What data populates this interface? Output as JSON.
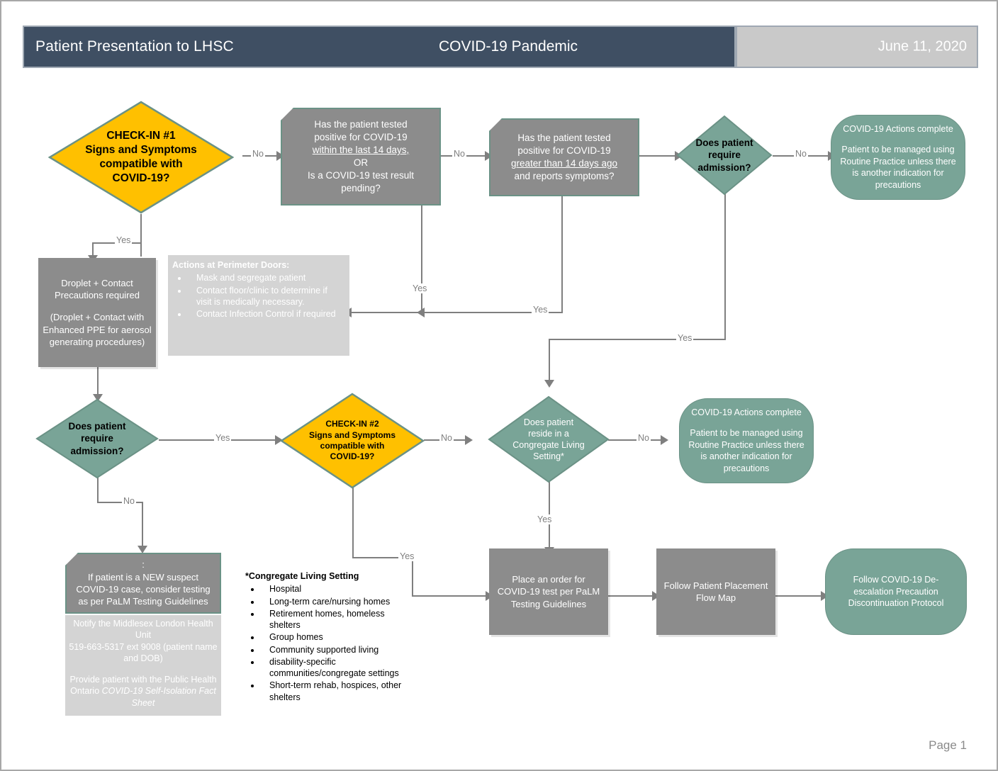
{
  "header": {
    "title": "Patient Presentation to LHSC",
    "subtitle": "COVID-19 Pandemic",
    "date": "June 11, 2020"
  },
  "footer": {
    "page": "Page 1"
  },
  "colors": {
    "header_bg": "#3f4f63",
    "date_bg": "#c9c9c9",
    "decision_yellow": "#FFC000",
    "decision_teal": "#79a497",
    "process_grey": "#8c8c8c",
    "light_grey": "#d4d4d4",
    "connector": "#7f7f7f"
  },
  "nodes": {
    "checkin1": "CHECK-IN #1\nSigns and Symptoms\ncompatible with\nCOVID-19?",
    "tested_14d": {
      "l1": "Has the patient tested",
      "l2": "positive for COVID-19",
      "l3": "within the last 14 days,",
      "l4": "OR",
      "l5": "Is a COVID-19 test result",
      "l6": "pending?"
    },
    "tested_gt14d": {
      "l1": "Has the patient tested",
      "l2": "positive for COVID-19",
      "l3": "greater than 14 days ago",
      "l4": "and reports symptoms?"
    },
    "admission1": "Does patient\nrequire\nadmission?",
    "actions_complete_1": {
      "l1": "COVID-19 Actions complete",
      "l2": "Patient to be managed using Routine Practice unless there is another indication for precautions"
    },
    "droplet": {
      "l1": "Droplet + Contact",
      "l2": "Precautions required",
      "l3": "(Droplet + Contact with",
      "l4": "Enhanced PPE for aerosol",
      "l5": "generating procedures)"
    },
    "perimeter": {
      "title": "Actions at Perimeter Doors:",
      "items": [
        "Mask and segregate patient",
        "Contact floor/clinic to determine if visit is medically necessary.",
        "Contact Infection Control if required"
      ]
    },
    "admission2": "Does patient\nrequire\nadmission?",
    "checkin2": "CHECK-IN #2\nSigns and Symptoms\ncompatible with\nCOVID-19?",
    "congregate_q": "Does patient\nreside in a\nCongregate Living\nSetting*",
    "actions_complete_2": {
      "l1": "COVID-19 Actions complete",
      "l2": "Patient to be managed using Routine Practice unless there is another indication for precautions"
    },
    "new_suspect": {
      "l0": ":",
      "l1": "If patient is a NEW suspect",
      "l2": "COVID-19 case, consider testing",
      "l3": "as per PaLM Testing Guidelines"
    },
    "notify": {
      "l1": "Notify the Middlesex London Health Unit",
      "l2": "519-663-5317 ext 9008 (patient name and DOB)",
      "l3_pre": "Provide patient with the Public Health Ontario ",
      "l3_em": "COVID-19 Self-Isolation Fact Sheet"
    },
    "congregate_list": {
      "title": "*Congregate Living Setting",
      "items": [
        "Hospital",
        "Long-term care/nursing homes",
        "Retirement homes, homeless shelters",
        "Group homes",
        "Community supported living",
        "disability-specific communities/congregate settings",
        "Short-term rehab, hospices, other shelters"
      ]
    },
    "place_order": "Place an order for COVID-19 test per PaLM Testing Guidelines",
    "flow_map": "Follow Patient Placement Flow Map",
    "deescalation": "Follow COVID-19 De-escalation Precaution Discontinuation Protocol"
  },
  "edges": {
    "e1_no": "No",
    "e2_no": "No",
    "e3_no": "No",
    "e_checkin1_yes": "Yes",
    "e_tested14_yes": "Yes",
    "e_testedgt14_yes": "Yes",
    "e_admission1_yes": "Yes",
    "e_admission2_yes": "Yes",
    "e_admission2_no": "No",
    "e_checkin2_no": "No",
    "e_checkin2_yes": "Yes",
    "e_congregate_no": "No",
    "e_congregate_yes": "Yes"
  }
}
